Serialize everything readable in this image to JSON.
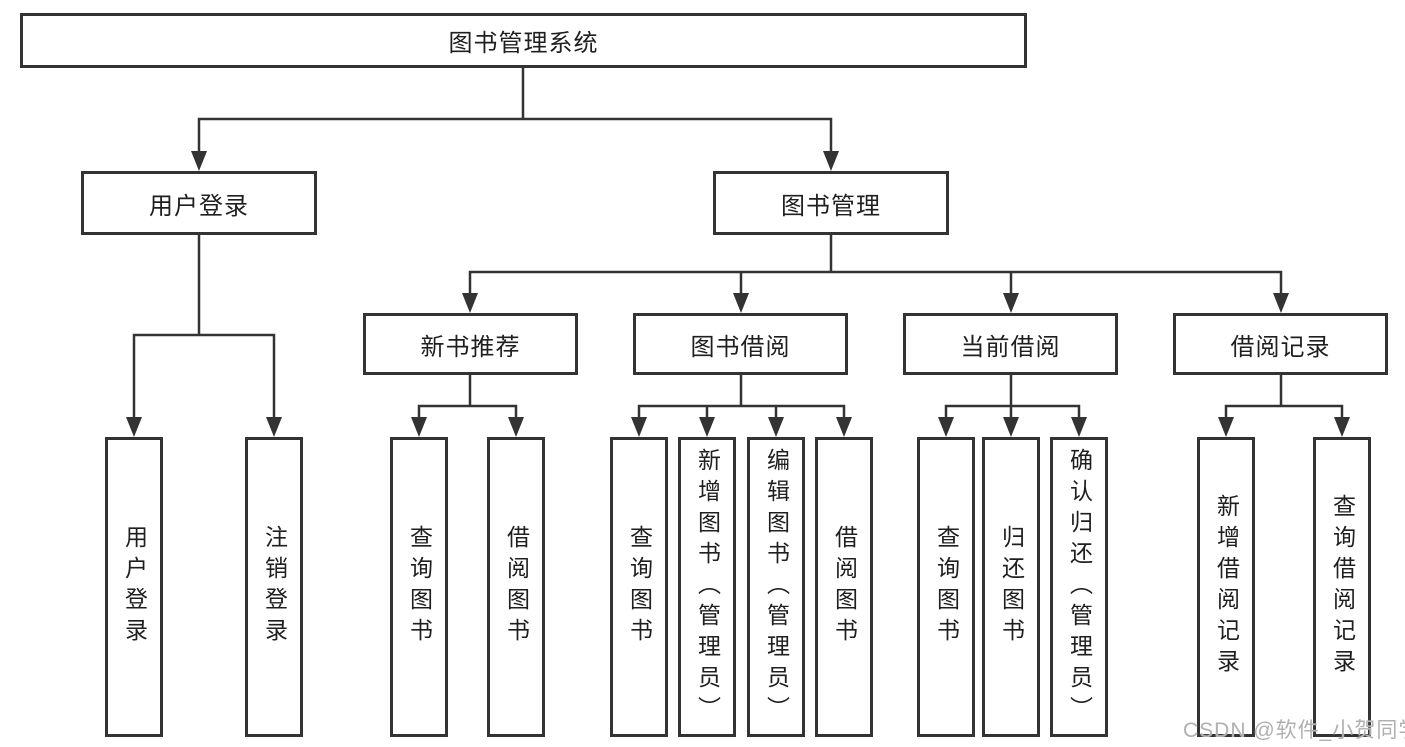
{
  "diagram": {
    "root": {
      "label": "图书管理系统"
    },
    "level2": [
      {
        "id": "user-login",
        "label": "用户登录"
      },
      {
        "id": "book-management",
        "label": "图书管理"
      }
    ],
    "level3": [
      {
        "id": "new-book-recommend",
        "parent": "图书管理",
        "label": "新书推荐"
      },
      {
        "id": "book-borrow",
        "parent": "图书管理",
        "label": "图书借阅"
      },
      {
        "id": "current-borrow",
        "parent": "图书管理",
        "label": "当前借阅"
      },
      {
        "id": "borrow-records",
        "parent": "图书管理",
        "label": "借阅记录"
      }
    ],
    "leaves": [
      {
        "parent": "用户登录",
        "label": "用户登录"
      },
      {
        "parent": "用户登录",
        "label": "注销登录"
      },
      {
        "parent": "新书推荐",
        "label": "查询图书"
      },
      {
        "parent": "新书推荐",
        "label": "借阅图书"
      },
      {
        "parent": "图书借阅",
        "label": "查询图书"
      },
      {
        "parent": "图书借阅",
        "label": "新增图书（管理员）"
      },
      {
        "parent": "图书借阅",
        "label": "编辑图书（管理员）"
      },
      {
        "parent": "图书借阅",
        "label": "借阅图书"
      },
      {
        "parent": "当前借阅",
        "label": "查询图书"
      },
      {
        "parent": "当前借阅",
        "label": "归还图书"
      },
      {
        "parent": "当前借阅",
        "label": "确认归还（管理员）"
      },
      {
        "parent": "借阅记录",
        "label": "新增借阅记录"
      },
      {
        "parent": "借阅记录",
        "label": "查询借阅记录"
      }
    ],
    "watermark": "CSDN @软件_小贺同学",
    "colors": {
      "line": "#333333",
      "text": "#1f1f1f",
      "watermark": "#b0b0b0",
      "background": "#ffffff"
    }
  }
}
